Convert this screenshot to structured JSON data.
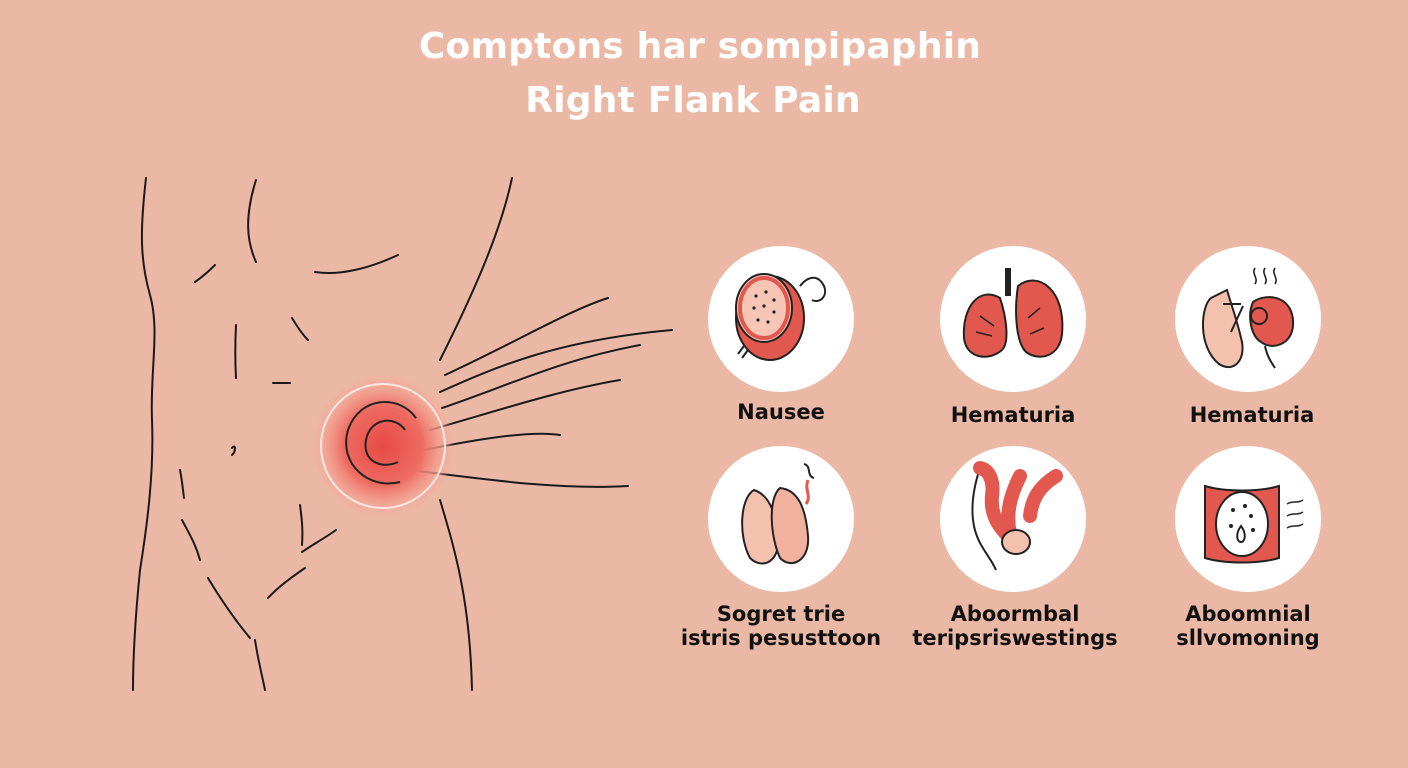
{
  "title": {
    "line1": "Comptons har sompipaphin",
    "line2": "Right Flank Pain"
  },
  "symptoms": [
    {
      "icon": "stomach-icon",
      "label_lines": [
        "Nausee"
      ]
    },
    {
      "icon": "lungs-icon",
      "label_lines": [
        "Hematuria"
      ]
    },
    {
      "icon": "digestive-organ-icon",
      "label_lines": [
        "Hematuria"
      ]
    },
    {
      "icon": "kidneys-icon",
      "label_lines": [
        "Sogret trie",
        "istris pesusttoon"
      ]
    },
    {
      "icon": "intestine-icon",
      "label_lines": [
        "Aboormbal",
        "teripsriswestings"
      ]
    },
    {
      "icon": "abdomen-swelling-icon",
      "label_lines": [
        "Aboomnial",
        "sllvomoning"
      ]
    }
  ],
  "colors": {
    "background": "#ecb8a6",
    "accent_red": "#e2584f",
    "title_text": "#ffffff",
    "label_text": "#111111"
  }
}
